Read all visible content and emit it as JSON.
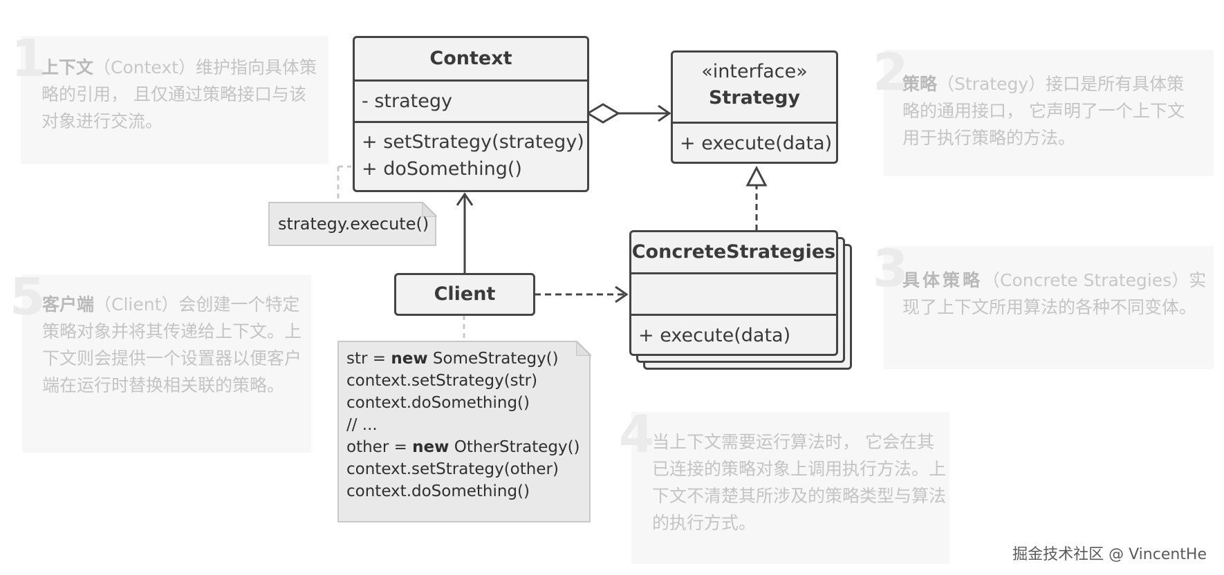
{
  "panels": {
    "p1": {
      "number": "1",
      "bold": "上下文",
      "paren": "（Context）",
      "rest": "维护指向具体策略的引用， 且仅通过策略接口与该对象进行交流。"
    },
    "p2": {
      "number": "2",
      "bold": "策略",
      "paren": "（Strategy）",
      "rest": "接口是所有具体策略的通用接口， 它声明了一个上下文用于执行策略的方法。"
    },
    "p3": {
      "number": "3",
      "bold": "具体策略",
      "paren": "（Concrete Strategies）",
      "rest": "实现了上下文所用算法的各种不同变体。"
    },
    "p4": {
      "number": "4",
      "bold": "",
      "paren": "",
      "rest": "当上下文需要运行算法时， 它会在其已连接的策略对象上调用执行方法。上下文不清楚其所涉及的策略类型与算法的执行方式。"
    },
    "p5": {
      "number": "5",
      "bold": "客户端",
      "paren": "（Client）",
      "rest": "会创建一个特定策略对象并将其传递给上下文。上下文则会提供一个设置器以便客户端在运行时替换相关联的策略。"
    }
  },
  "uml": {
    "context": {
      "name": "Context",
      "field": "- strategy",
      "methods": [
        "+ setStrategy(strategy)",
        "+ doSomething()"
      ]
    },
    "strategy": {
      "stereotype": "«interface»",
      "name": "Strategy",
      "methods": [
        "+ execute(data)"
      ]
    },
    "concrete": {
      "name": "ConcreteStrategies",
      "methods": [
        "+ execute(data)"
      ]
    },
    "client": {
      "name": "Client"
    }
  },
  "notes": {
    "context_note": "strategy.execute()",
    "client_note": [
      {
        "pre": "str = ",
        "kw": "new",
        "post": " SomeStrategy()"
      },
      {
        "pre": "context.setStrategy(str)",
        "kw": "",
        "post": ""
      },
      {
        "pre": "context.doSomething()",
        "kw": "",
        "post": ""
      },
      {
        "pre": "// ...",
        "kw": "",
        "post": ""
      },
      {
        "pre": "other = ",
        "kw": "new",
        "post": " OtherStrategy()"
      },
      {
        "pre": "context.setStrategy(other)",
        "kw": "",
        "post": ""
      },
      {
        "pre": "context.doSomething()",
        "kw": "",
        "post": ""
      }
    ]
  },
  "watermark": "掘金技术社区 @ VincentHe"
}
